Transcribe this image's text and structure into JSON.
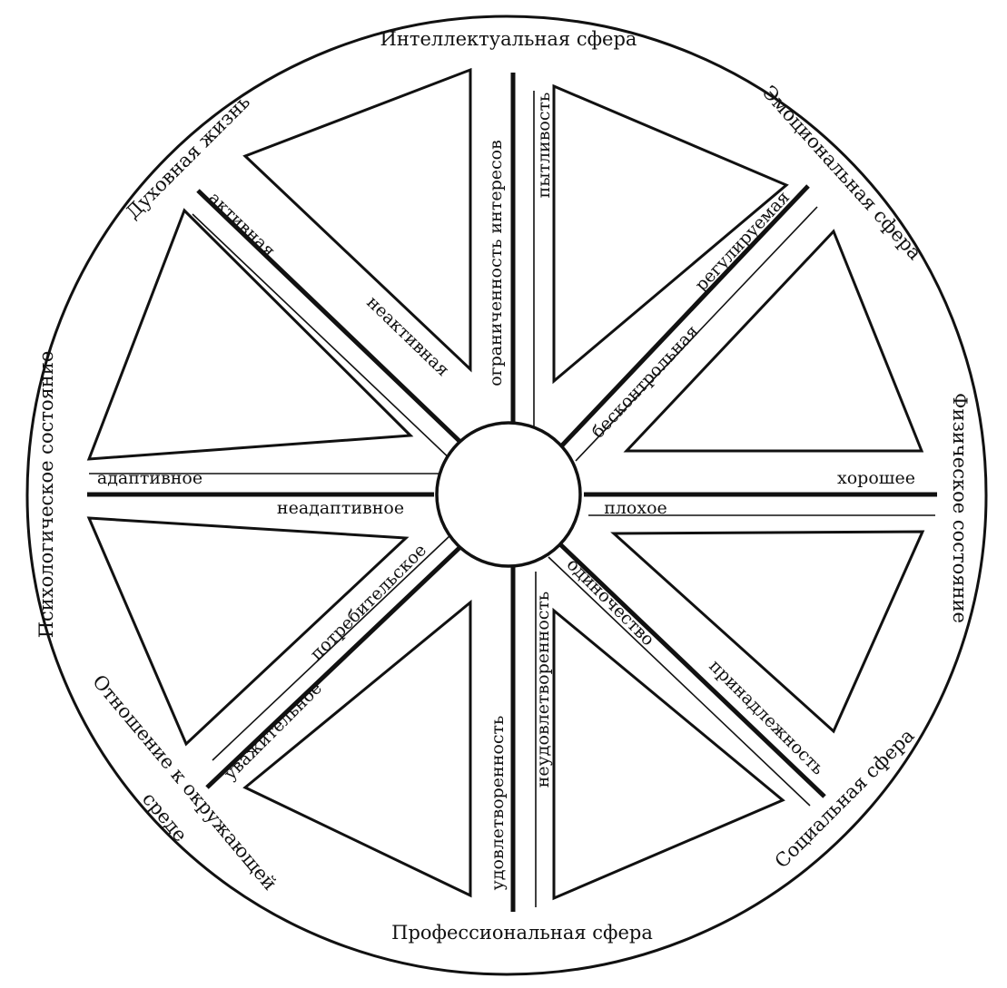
{
  "spheres": {
    "intellectual": "Интеллектуальная сфера",
    "emotional": "Эмоциональная сфера",
    "physical": "Физическое состояние",
    "social": "Социальная сфера",
    "professional": "Профессиональная сфера",
    "environment_line1": "Отношение к окружающей",
    "environment_line2": "среде",
    "psychological": "Психологическое состояние",
    "spiritual": "Духовная жизнь"
  },
  "spokes": {
    "intellectual": {
      "outer": "пытливость",
      "inner": "ограниченность интересов"
    },
    "emotional": {
      "outer": "регулируемая",
      "inner": "бесконтрольная"
    },
    "physical": {
      "outer": "хорошее",
      "inner": "плохое"
    },
    "social": {
      "outer": "принадлежность",
      "inner": "одиночество"
    },
    "professional": {
      "outer": "удовлетворенность",
      "inner": "неудовлетворенность"
    },
    "environment": {
      "outer": "уважительное",
      "inner": "потребительское"
    },
    "psychological": {
      "outer": "адаптивное",
      "inner": "неадаптивное"
    },
    "spiritual": {
      "outer": "активная",
      "inner": "неактивная"
    }
  },
  "colors": {
    "ink": "#111111",
    "background": "#ffffff"
  }
}
